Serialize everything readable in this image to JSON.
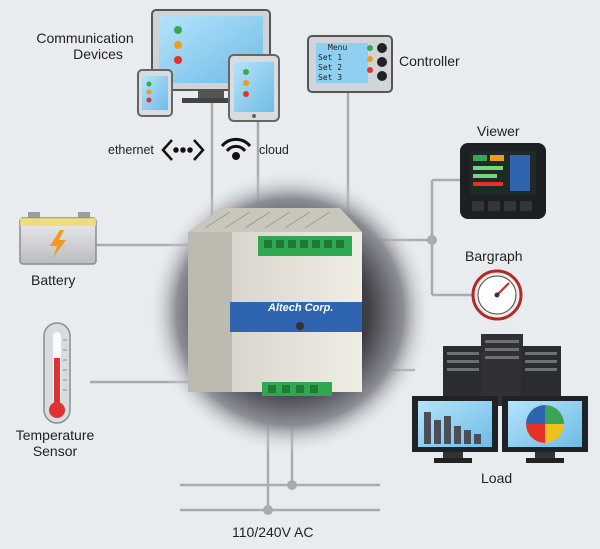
{
  "labels": {
    "communication_devices": [
      "Communication",
      "Devices"
    ],
    "controller": "Controller",
    "ethernet": "ethernet",
    "cloud": "cloud",
    "viewer": "Viewer",
    "battery": "Battery",
    "bargraph": "Bargraph",
    "temperature_sensor": [
      "Temperature",
      "Sensor"
    ],
    "load": "Load",
    "ac_input": "110/240V AC"
  },
  "controller_screen": {
    "title": "Menu",
    "items": [
      "Set 1",
      "Set 2",
      "Set 3"
    ]
  },
  "device": {
    "brand": "Altech Corp."
  },
  "icons": [
    "ethernet-icon",
    "wifi-icon",
    "battery-icon",
    "lightning-icon",
    "thermometer-icon",
    "gauge-icon",
    "monitor-icon",
    "tablet-icon",
    "phone-icon",
    "server-icon",
    "bar-chart-icon",
    "pie-chart-icon"
  ],
  "colors": {
    "background": "#e9ecef",
    "connector_line": "#a8acb0",
    "indicator_green": "#3aa655",
    "indicator_orange": "#f39a1e",
    "indicator_red": "#e53228",
    "screen_blue": "#8fd0f2",
    "brand_blue": "#2f65b0",
    "terminal_green": "#2fa84f"
  }
}
